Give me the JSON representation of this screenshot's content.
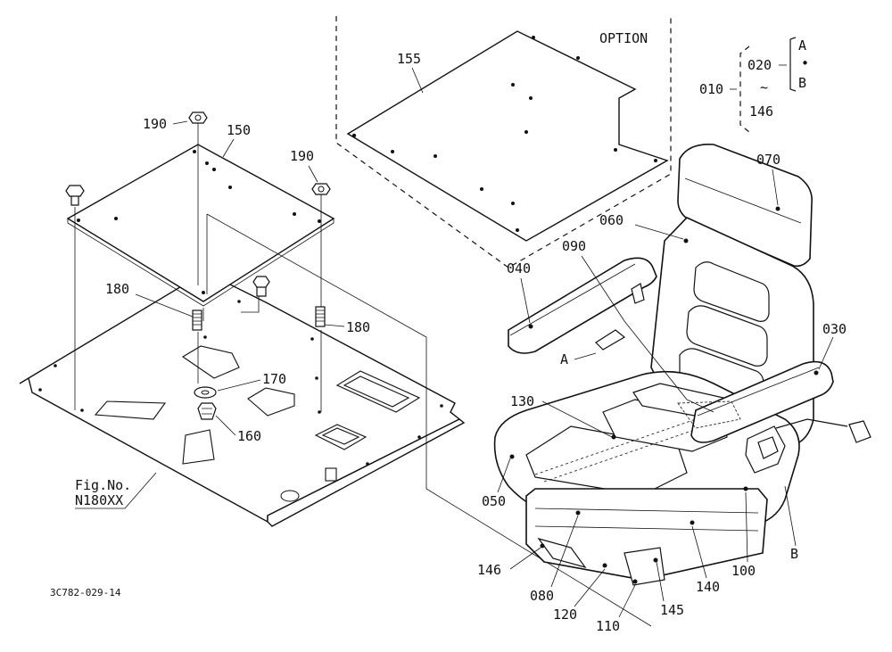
{
  "labels": {
    "option": "OPTION",
    "p155": "155",
    "p150": "150",
    "p190a": "190",
    "p190b": "190",
    "p180a": "180",
    "p180b": "180",
    "p170": "170",
    "p160": "160",
    "fig_no": "Fig.No.",
    "fig_ref": "N180XX",
    "drawing_id": "3C782-029-14",
    "p070": "070",
    "p060": "060",
    "p090": "090",
    "p040": "040",
    "p030": "030",
    "callout_a": "A",
    "p130": "130",
    "p050": "050",
    "p146": "146",
    "p080": "080",
    "p120": "120",
    "p110": "110",
    "p145": "145",
    "p140": "140",
    "p100": "100",
    "callout_b": "B"
  },
  "legend": {
    "p010": "010",
    "p020": "020",
    "tilde": "~",
    "p146": "146",
    "a": "A",
    "dot": "•",
    "b": "B"
  }
}
